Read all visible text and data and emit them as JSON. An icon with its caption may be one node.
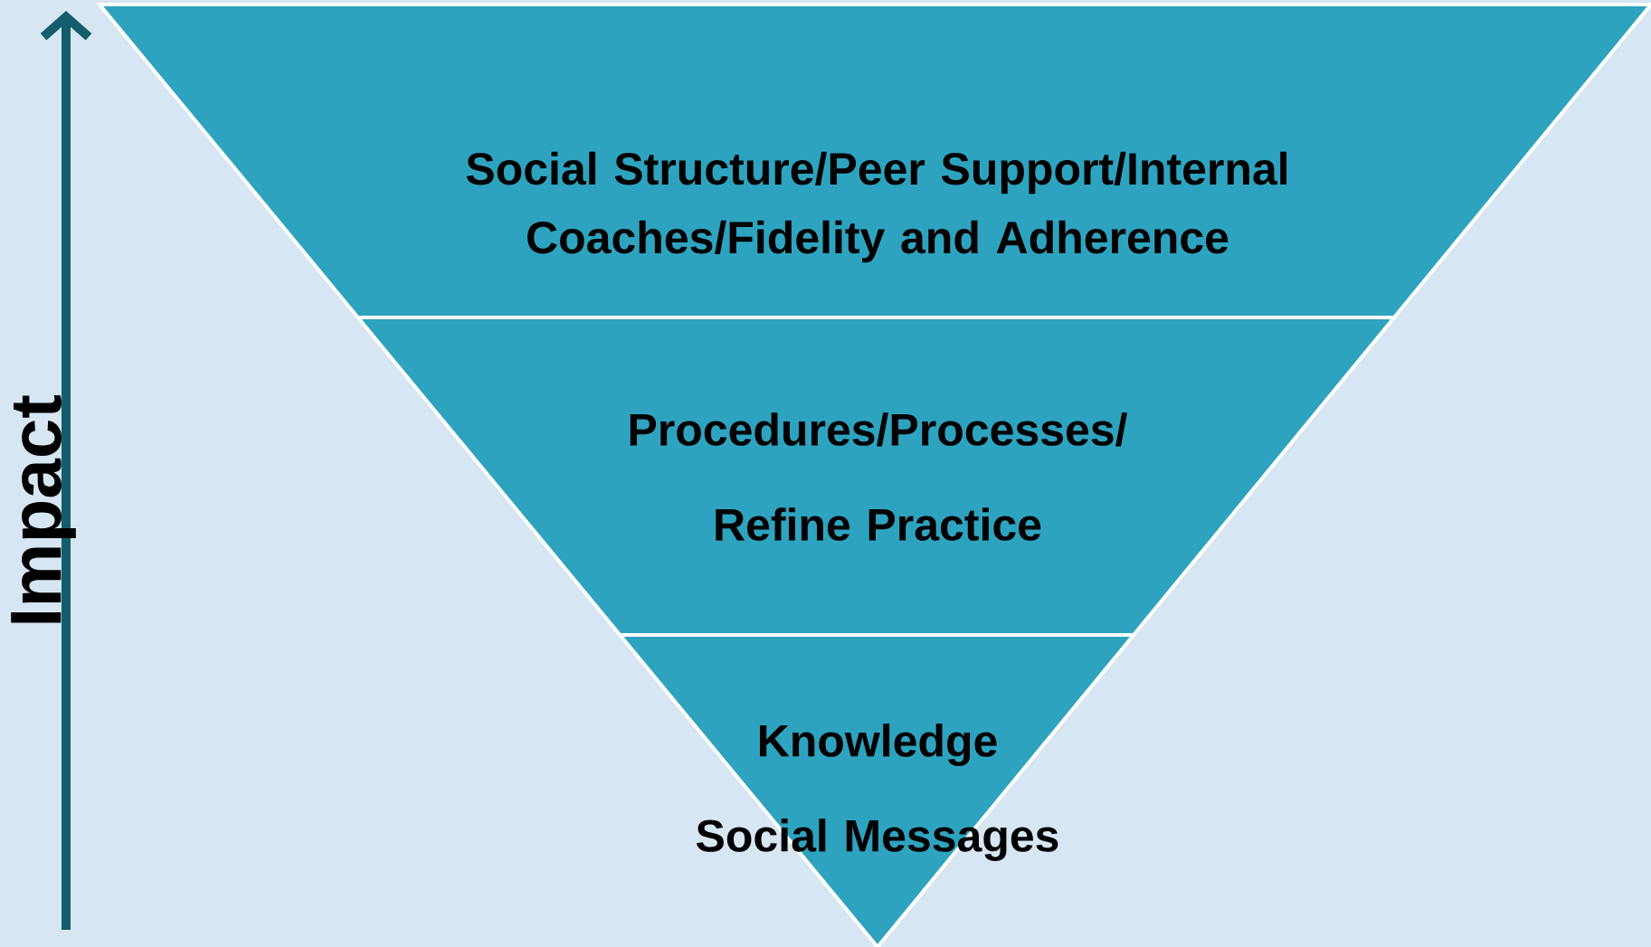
{
  "diagram": {
    "nodes": [
      {
        "text": [
          "Social Structure/Peer Support/Internal Coaches/Fidelity and Adherence"
        ]
      },
      {
        "text": [
          "Procedures/Processes/ Refine Practice"
        ]
      },
      {
        "text": [
          "Knowledge",
          "Social Messages"
        ]
      }
    ],
    "labels": [
      "Impact"
    ]
  }
}
